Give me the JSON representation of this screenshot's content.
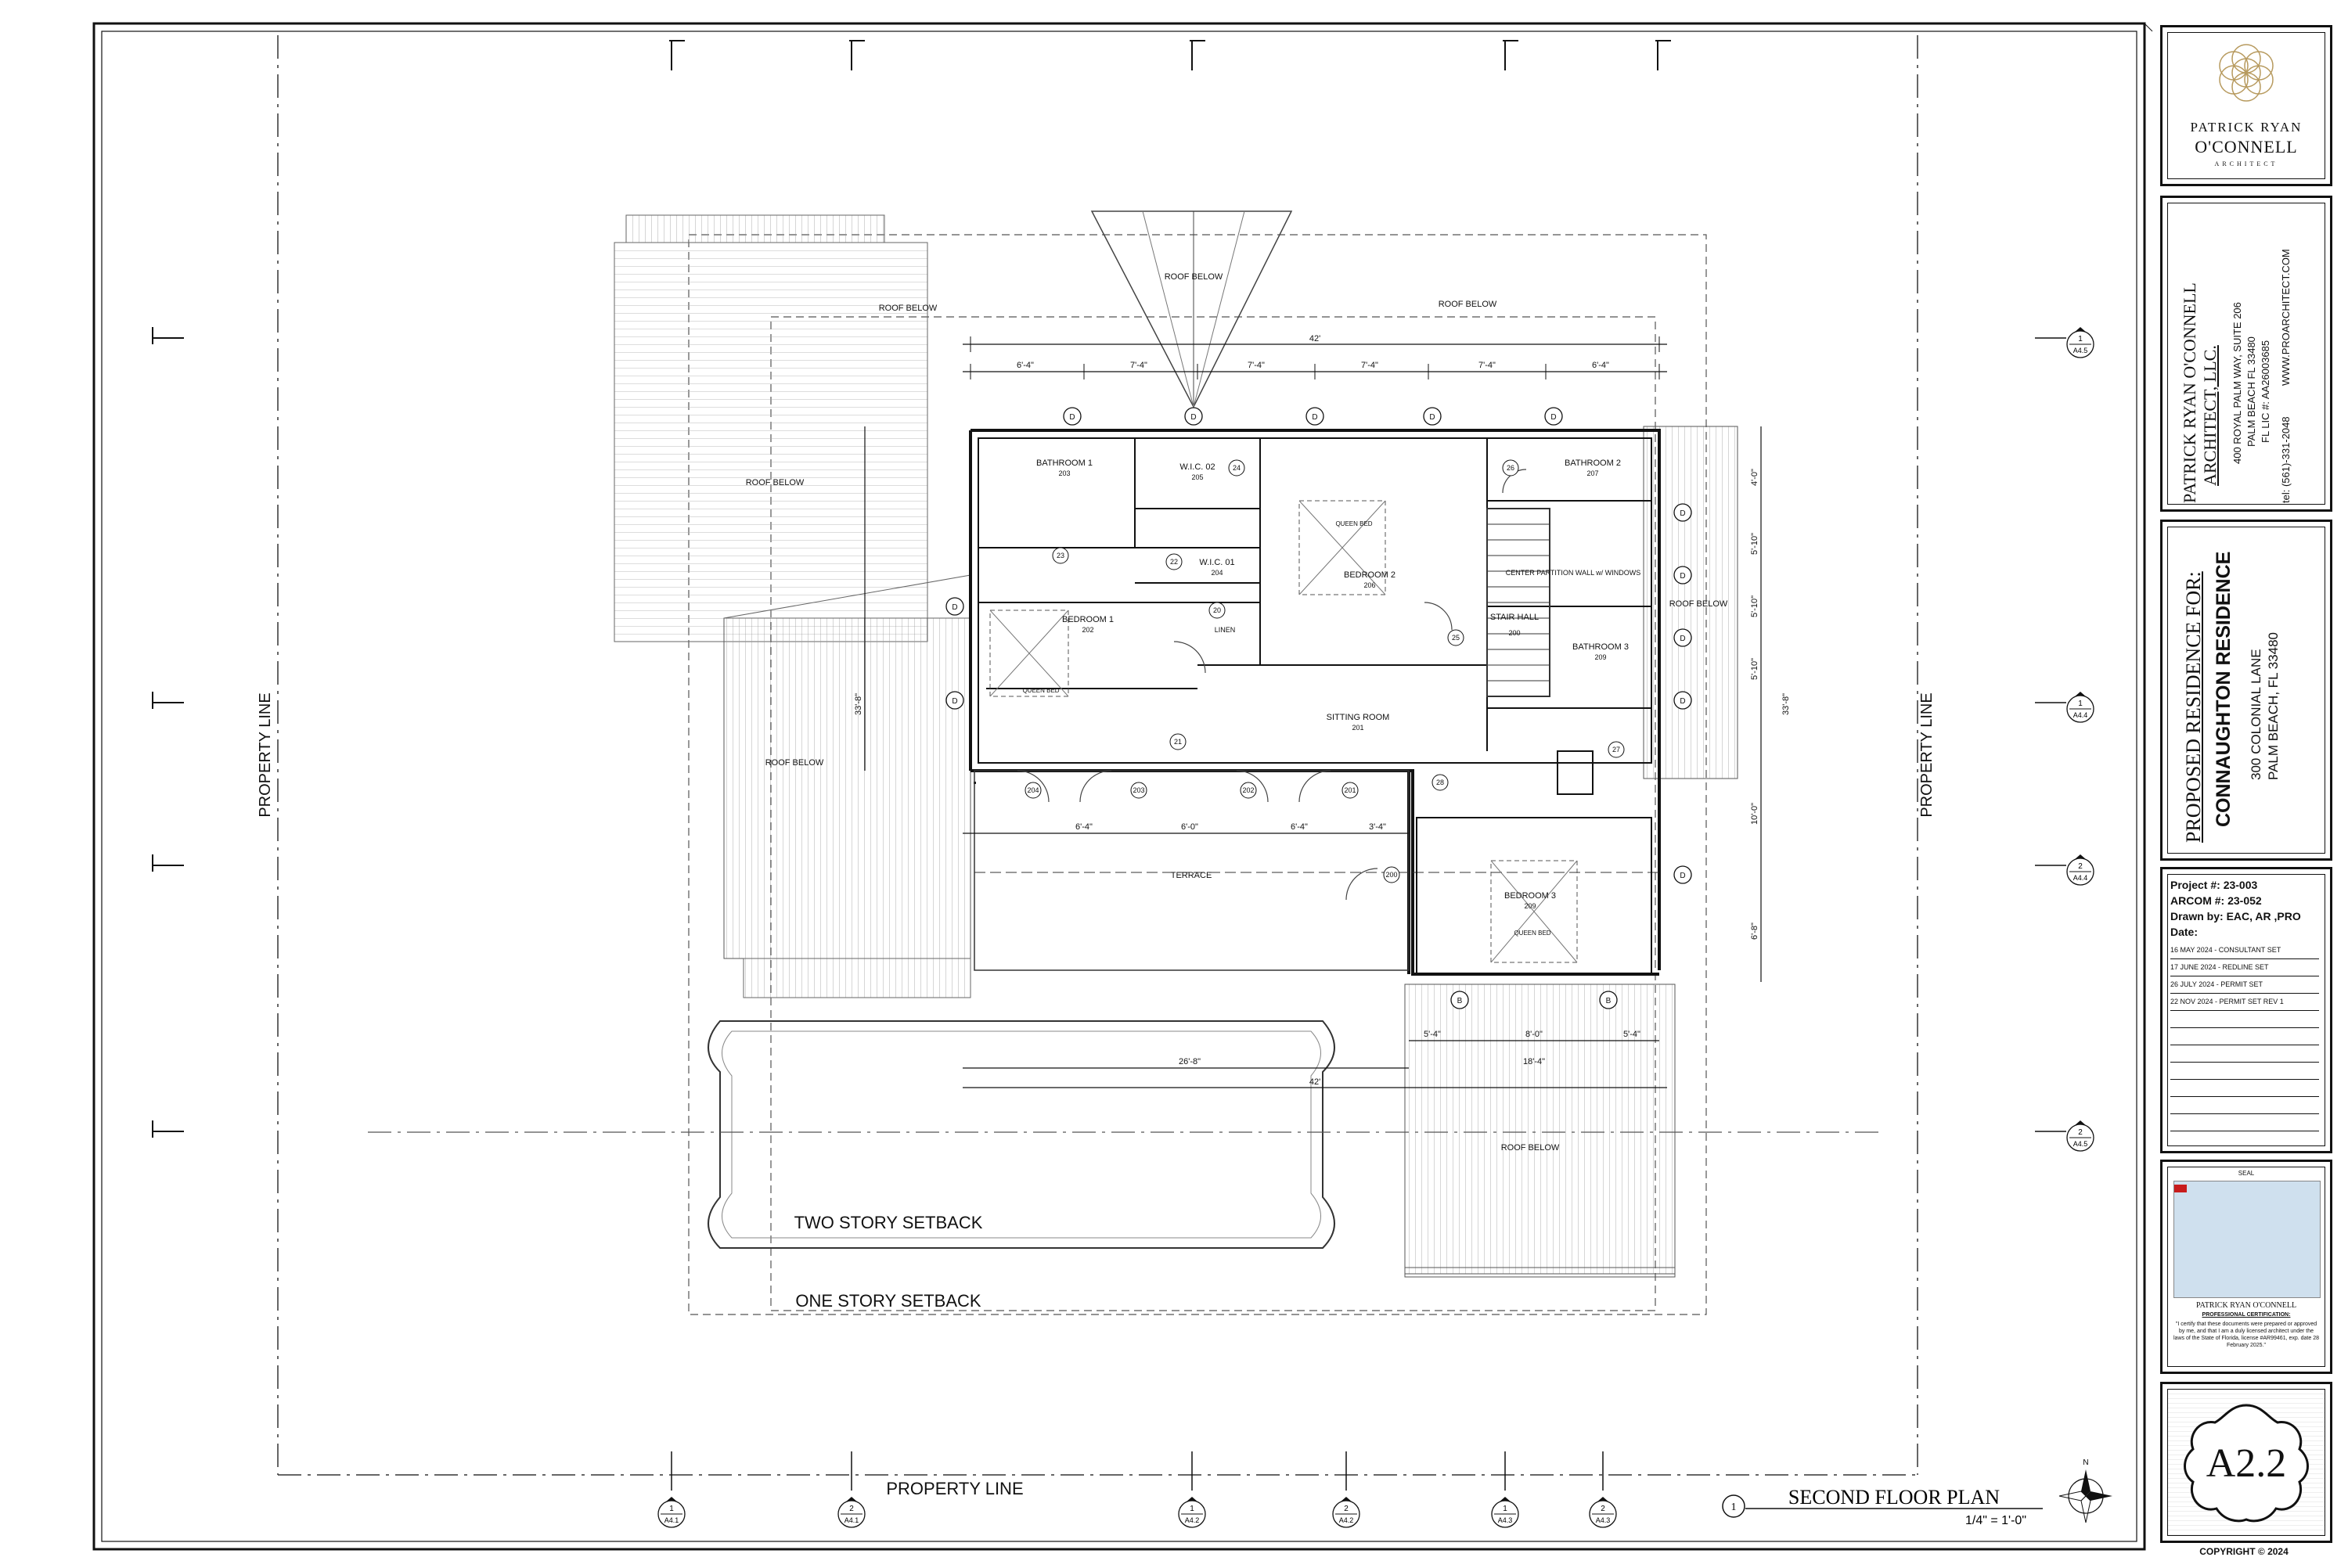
{
  "drawing": {
    "title": "SECOND FLOOR PLAN",
    "scale": "1/4\" = 1'-0\"",
    "view_number": "1",
    "property_line": "PROPERTY LINE",
    "two_story_setback": "TWO STORY SETBACK",
    "one_story_setback": "ONE STORY SETBACK",
    "roof_below": "ROOF BELOW",
    "terrace": "TERRACE",
    "rooms": [
      {
        "name": "BATHROOM 1",
        "num": "203"
      },
      {
        "name": "W.I.C. 02",
        "num": "205"
      },
      {
        "name": "W.I.C. 01",
        "num": "204"
      },
      {
        "name": "BEDROOM 1",
        "num": "202"
      },
      {
        "name": "BEDROOM 2",
        "num": "206"
      },
      {
        "name": "BATHROOM 2",
        "num": "207"
      },
      {
        "name": "STAIR HALL",
        "num": "200"
      },
      {
        "name": "BATHROOM 3",
        "num": "209"
      },
      {
        "name": "SITTING ROOM",
        "num": "201"
      },
      {
        "name": "BEDROOM 3",
        "num": "209"
      }
    ],
    "linen": "LINEN",
    "queen_bed": "QUEEN BED",
    "center_partition": "CENTER PARTITION WALL w/ WINDOWS",
    "dims_top": [
      "6'-4\"",
      "7'-4\"",
      "7'-4\"",
      "7'-4\"",
      "7'-4\"",
      "6'-4\""
    ],
    "dim_overall": "42'",
    "dims_terrace": [
      "6'-4\"",
      "6'-0\"",
      "6'-4\"",
      "3'-4\""
    ],
    "dims_bottom": [
      "5'-4\"",
      "8'-0\"",
      "5'-4\""
    ],
    "dim_26": "26'-8\"",
    "dim_18": "18'-4\"",
    "dim_42b": "42'",
    "dims_right": [
      "4'-0\"",
      "5'-10\"",
      "5'-10\"",
      "5'-10\"",
      "10'-0\"",
      "6'-8\""
    ],
    "dim_right_overall": "33'-8\"",
    "dim_left_overall": "33'-8\"",
    "grid_D": "D",
    "grid_B": "B",
    "section_markers": [
      {
        "n": "1",
        "s": "A4.1"
      },
      {
        "n": "2",
        "s": "A4.1"
      },
      {
        "n": "1",
        "s": "A4.2"
      },
      {
        "n": "2",
        "s": "A4.2"
      },
      {
        "n": "1",
        "s": "A4.3"
      },
      {
        "n": "2",
        "s": "A4.3"
      }
    ],
    "right_markers": [
      {
        "n": "1",
        "s": "A4.5"
      },
      {
        "n": "1",
        "s": "A4.4"
      },
      {
        "n": "2",
        "s": "A4.4"
      },
      {
        "n": "2",
        "s": "A4.5"
      }
    ],
    "doors": [
      "20",
      "21",
      "22",
      "23",
      "24",
      "25",
      "26",
      "27",
      "28",
      "204",
      "203",
      "202",
      "201",
      "200"
    ]
  },
  "title_block": {
    "logo_line1": "PATRICK RYAN",
    "logo_line2": "O'CONNELL",
    "logo_line3": "ARCHITECT",
    "firm_name": "PATRICK RYAN O'CONNELL",
    "firm_name2": "ARCHITECT, LLC.",
    "address": "400 ROYAL PALM WAY, SUITE 206",
    "city": "PALM BEACH FL 33480",
    "license": "FL LIC #: AA26003685",
    "phone": "tel: (561)-331-2048",
    "website": "WWW.PROARCHITECT.COM",
    "proposed": "PROPOSED RESIDENCE FOR:",
    "residence": "CONNAUGHTON RESIDENCE",
    "street": "300 COLONIAL LANE",
    "city2": "PALM BEACH, FL 33480",
    "project": "Project #: 23-003",
    "arcom": "ARCOM #: 23-052",
    "drawn_by": "Drawn by: EAC, AR ,PRO",
    "date_label": "Date:",
    "dates": [
      "16 MAY 2024 - CONSULTANT SET",
      "17 JUNE 2024 - REDLINE SET",
      "26 JULY 2024 - PERMIT SET",
      "22 NOV 2024 - PERMIT SET REV 1"
    ],
    "seal_label": "SEAL",
    "seal_name": "PATRICK RYAN O'CONNELL",
    "seal_cert": "PROFESSIONAL CERTIFICATION:",
    "seal_text": "\"I certify that these documents were prepared or approved by me, and that I am a duly licensed architect under the laws of the State of Florida, license #AR99461, exp. date 28 February 2025.\"",
    "sheet_number": "A2.2",
    "copyright": "COPYRIGHT © 2024"
  }
}
